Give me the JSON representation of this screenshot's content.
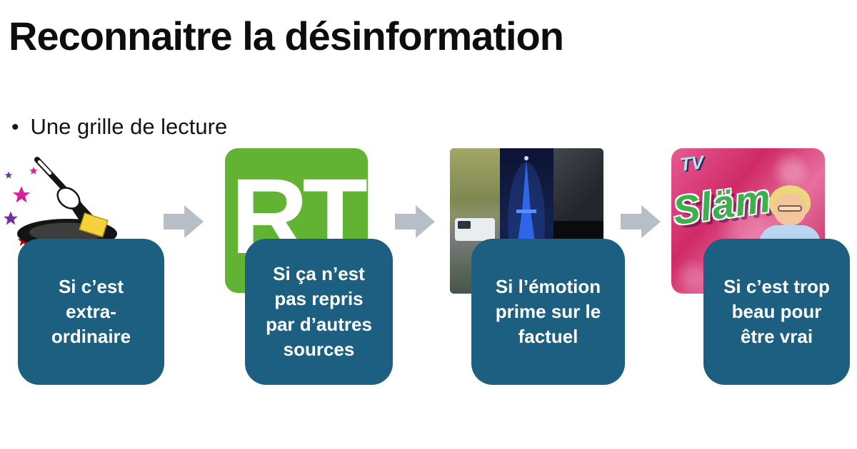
{
  "slide": {
    "title": "Reconnaitre la désinformation",
    "bullet_marker": "•",
    "bullet_text": "Une grille de lecture"
  },
  "steps": [
    {
      "label": "Si c’est\nextra-\nordinaire",
      "image": "magician-hat-wand-clipart"
    },
    {
      "label": "Si ça n’est\npas repris\npar d’autres\nsources",
      "image": "rt-logo",
      "logo_text": "RT"
    },
    {
      "label": "Si l’émotion\nprime sur le\nfactuel",
      "image": "paris-night-photo-collage"
    },
    {
      "label": "Si c’est trop\nbeau pour\nêtre vrai",
      "image": "tv-slam-show-photo",
      "photo_text_tv": "TV",
      "photo_text_slam": "Släm"
    }
  ],
  "colors": {
    "box_fill": "#1c5f80",
    "arrow_fill": "#b7bec5",
    "rt_green": "#62b233"
  }
}
